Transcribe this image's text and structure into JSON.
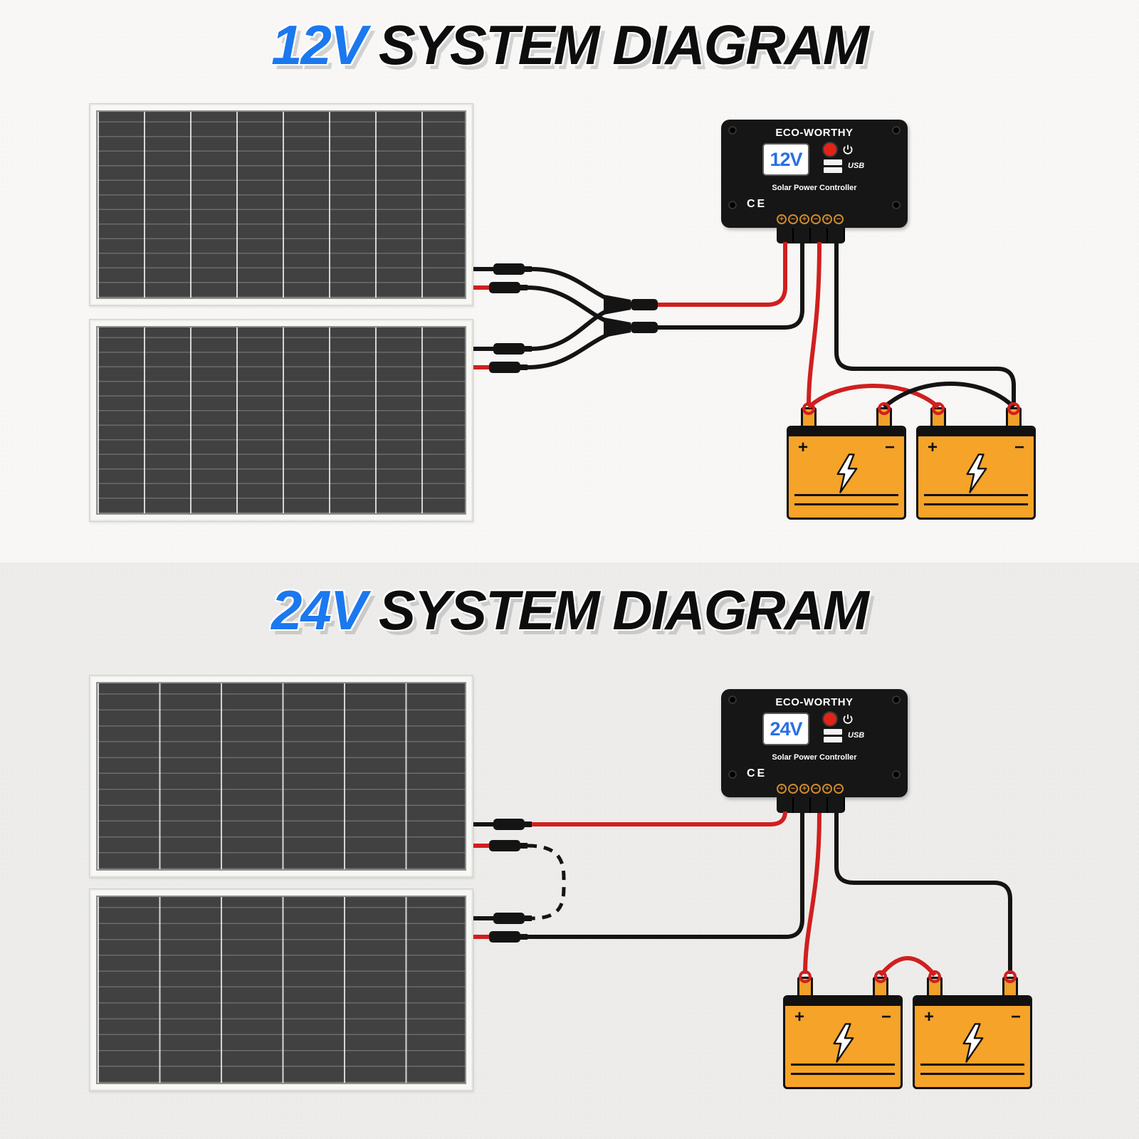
{
  "v12": {
    "title": {
      "voltage": "12V",
      "rest": "SYSTEM DIAGRAM"
    },
    "controller": {
      "brand": "ECO-WORTHY",
      "display": "12V",
      "label": "Solar Power Controller",
      "usb": "USB",
      "ce": "CE",
      "terminals": [
        "+",
        "−",
        "+",
        "−",
        "+",
        "−"
      ]
    },
    "battery_plus": "+",
    "battery_minus": "−"
  },
  "v24": {
    "title": {
      "voltage": "24V",
      "rest": "SYSTEM DIAGRAM"
    },
    "controller": {
      "brand": "ECO-WORTHY",
      "display": "24V",
      "label": "Solar Power Controller",
      "usb": "USB",
      "ce": "CE",
      "terminals": [
        "+",
        "−",
        "+",
        "−",
        "+",
        "−"
      ]
    },
    "battery_plus": "+",
    "battery_minus": "−"
  },
  "colors": {
    "accent_blue": "#1b78ee",
    "lcd_blue": "#2b6fe3",
    "title_black": "#0d0d0d",
    "battery_orange": "#f5a329",
    "wire_red": "#d01f1f",
    "wire_black": "#141414",
    "terminal_orange": "#cf8a2e",
    "button_red": "#e02419"
  }
}
